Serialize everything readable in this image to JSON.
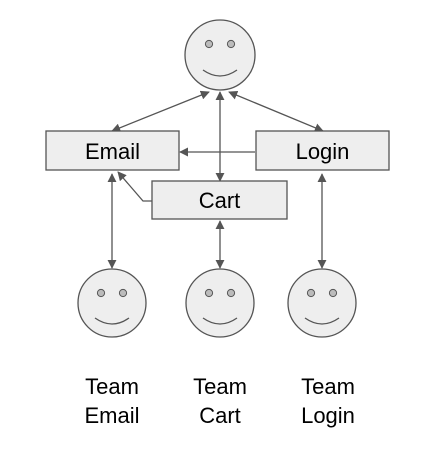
{
  "boxes": {
    "email": "Email",
    "login": "Login",
    "cart": "Cart"
  },
  "teams": [
    {
      "line1": "Team",
      "line2": "Email"
    },
    {
      "line1": "Team",
      "line2": "Cart"
    },
    {
      "line1": "Team",
      "line2": "Login"
    }
  ],
  "colors": {
    "box_fill": "#eeeeee",
    "face_fill": "#eeeeee",
    "stroke": "#555555",
    "arrow": "#555555"
  }
}
